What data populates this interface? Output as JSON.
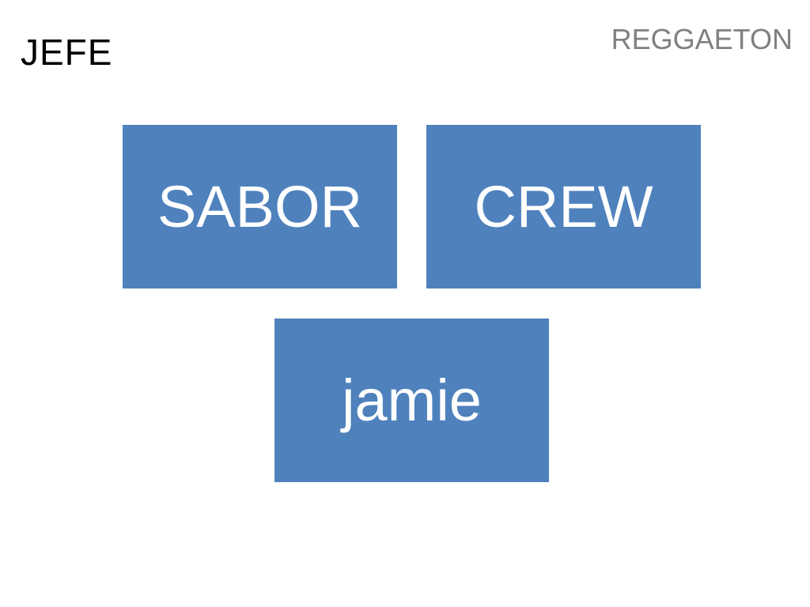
{
  "slide": {
    "title": "JEFE",
    "subtitle": "REGGAETON"
  },
  "boxes": [
    {
      "label": "SABOR"
    },
    {
      "label": "CREW"
    },
    {
      "label": "jamie"
    }
  ],
  "colors": {
    "box_fill": "#4f81bd",
    "box_text": "#ffffff",
    "title_text": "#000000",
    "subtitle_text": "#808080"
  }
}
